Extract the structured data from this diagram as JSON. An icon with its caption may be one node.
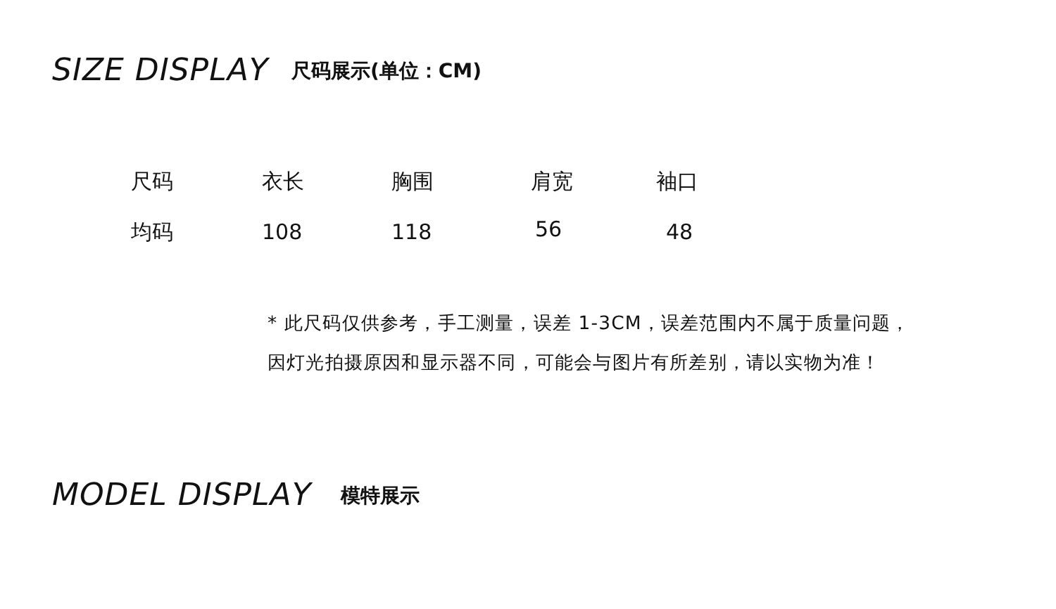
{
  "diagram": {
    "labels": [
      "SIZE  DISPLAY",
      "尺码展示(单位：CM)",
      "尺码",
      "衣长",
      "胸围",
      "肩宽",
      "袖口",
      "均码",
      "108",
      "118",
      "56",
      "48",
      "* 此尺码仅供参考，手工测量，误差 1-3CM，误差范围内不属于质量问题，",
      "因灯光拍摄原因和显示器不同，可能会与图片有所差别，请以实物为准！",
      "MODEL DISPLAY",
      "模特展示"
    ]
  }
}
